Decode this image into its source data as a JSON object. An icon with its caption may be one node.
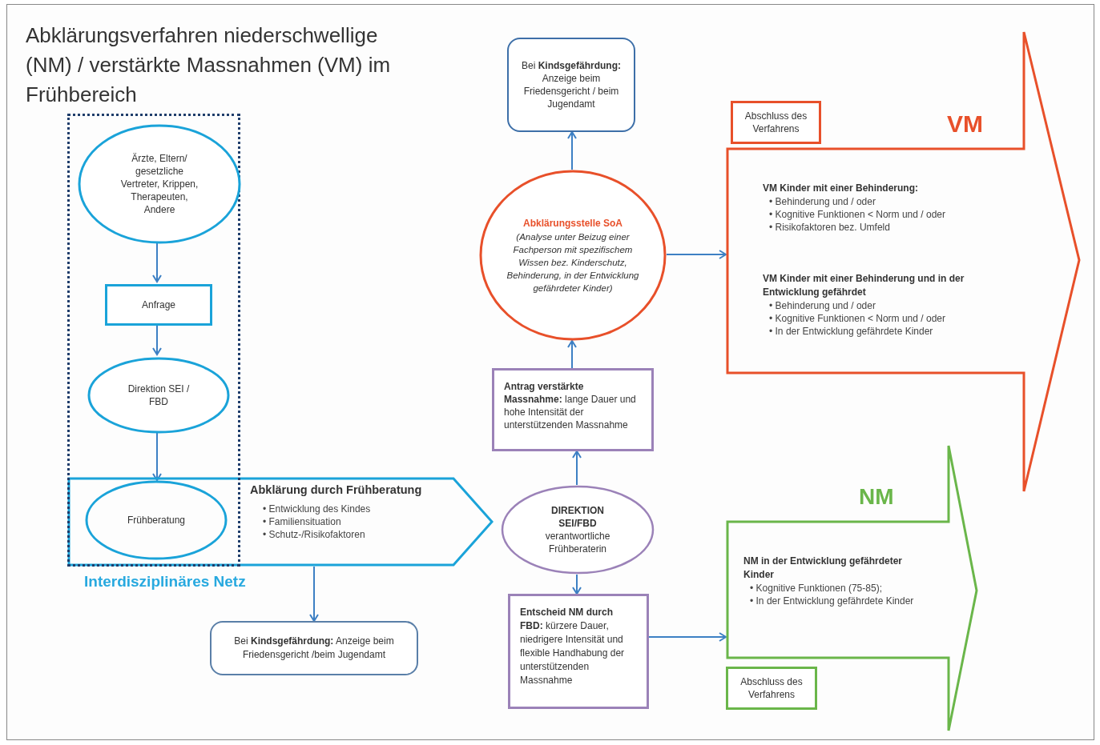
{
  "diagram": {
    "title": "Abklärungsverfahren niederschwellige (NM) / verstärkte Massnahmen (VM) im Frühbereich",
    "nodes": [
      {
        "text": [
          "Interdisziplinäres Netz"
        ]
      },
      {
        "text": [
          "Ärzte, Eltern/ gesetzliche Vertreter, Krippen, Therapeuten, Andere"
        ],
        "in": 0
      },
      {
        "text": [
          "Anfrage"
        ],
        "in": 0
      },
      {
        "text": [
          "Direktion SEI / FBD"
        ],
        "in": 0
      },
      {
        "text": [
          "Abklärung durch Frühberatung",
          "• Entwicklung des Kindes",
          "• Familiensituation",
          "• Schutz-/Risikofaktoren"
        ]
      },
      {
        "text": [
          "Frühberatung"
        ]
      },
      {
        "text": [
          "Bei **Kindsgefährdung:** Anzeige beim Friedensgericht /beim Jugendamt"
        ]
      },
      {
        "text": [
          "DIREKTION SEI/FBD",
          "verantwortliche Frühberaterin"
        ]
      },
      {
        "text": [
          "**Antrag verstärkte Massnahme:** lange Dauer und hohe Intensität der unterstützenden Massnahme"
        ]
      },
      {
        "text": [
          "Abklärungsstelle SoA",
          "(Analyse unter Beizug einer Fachperson mit spezifischem Wissen bez. Kinderschutz, Behinderung, in der Entwicklung gefährdeter Kinder)"
        ]
      },
      {
        "text": [
          "Bei **Kindsgefährdung:** Anzeige beim Friedensgericht / beim Jugendamt"
        ]
      },
      {
        "text": [
          "**Entscheid NM durch FBD:** kürzere Dauer, niedrigere Intensität und flexible Handhabung der unterstützenden Massnahme"
        ]
      },
      {
        "text": [
          "VM",
          "VM Kinder mit einer Behinderung:",
          "• Behinderung und / oder",
          "• Kognitive Funktionen < Norm und / oder",
          "• Risikofaktoren bez. Umfeld",
          "VM Kinder mit einer Behinderung und in der Entwicklung gefährdet",
          "• Behinderung und / oder",
          "• Kognitive Funktionen < Norm und / oder",
          "• In der Entwicklung gefährdete Kinder"
        ]
      },
      {
        "text": [
          "Abschluss des Verfahrens"
        ]
      },
      {
        "text": [
          "NM",
          "NM in der Entwicklung gefährdeter Kinder",
          "• Kognitive Funktionen (75-85);",
          "• In der Entwicklung gefährdete Kinder"
        ]
      },
      {
        "text": [
          "Abschluss des Verfahrens"
        ]
      }
    ],
    "edges": [
      {
        "from": 1,
        "to": 2,
        "arrow": "to"
      },
      {
        "from": 2,
        "to": 3,
        "arrow": "to"
      },
      {
        "from": 3,
        "to": 5,
        "arrow": "to"
      },
      {
        "from": 4,
        "to": 6,
        "arrow": "to"
      },
      {
        "from": 7,
        "to": 8,
        "arrow": "to"
      },
      {
        "from": 8,
        "to": 9,
        "arrow": "to"
      },
      {
        "from": 9,
        "to": 10,
        "arrow": "to"
      },
      {
        "from": 9,
        "to": 12,
        "arrow": "to"
      },
      {
        "from": 7,
        "to": 11,
        "arrow": "to"
      },
      {
        "from": 11,
        "to": 14,
        "arrow": "to"
      }
    ]
  }
}
